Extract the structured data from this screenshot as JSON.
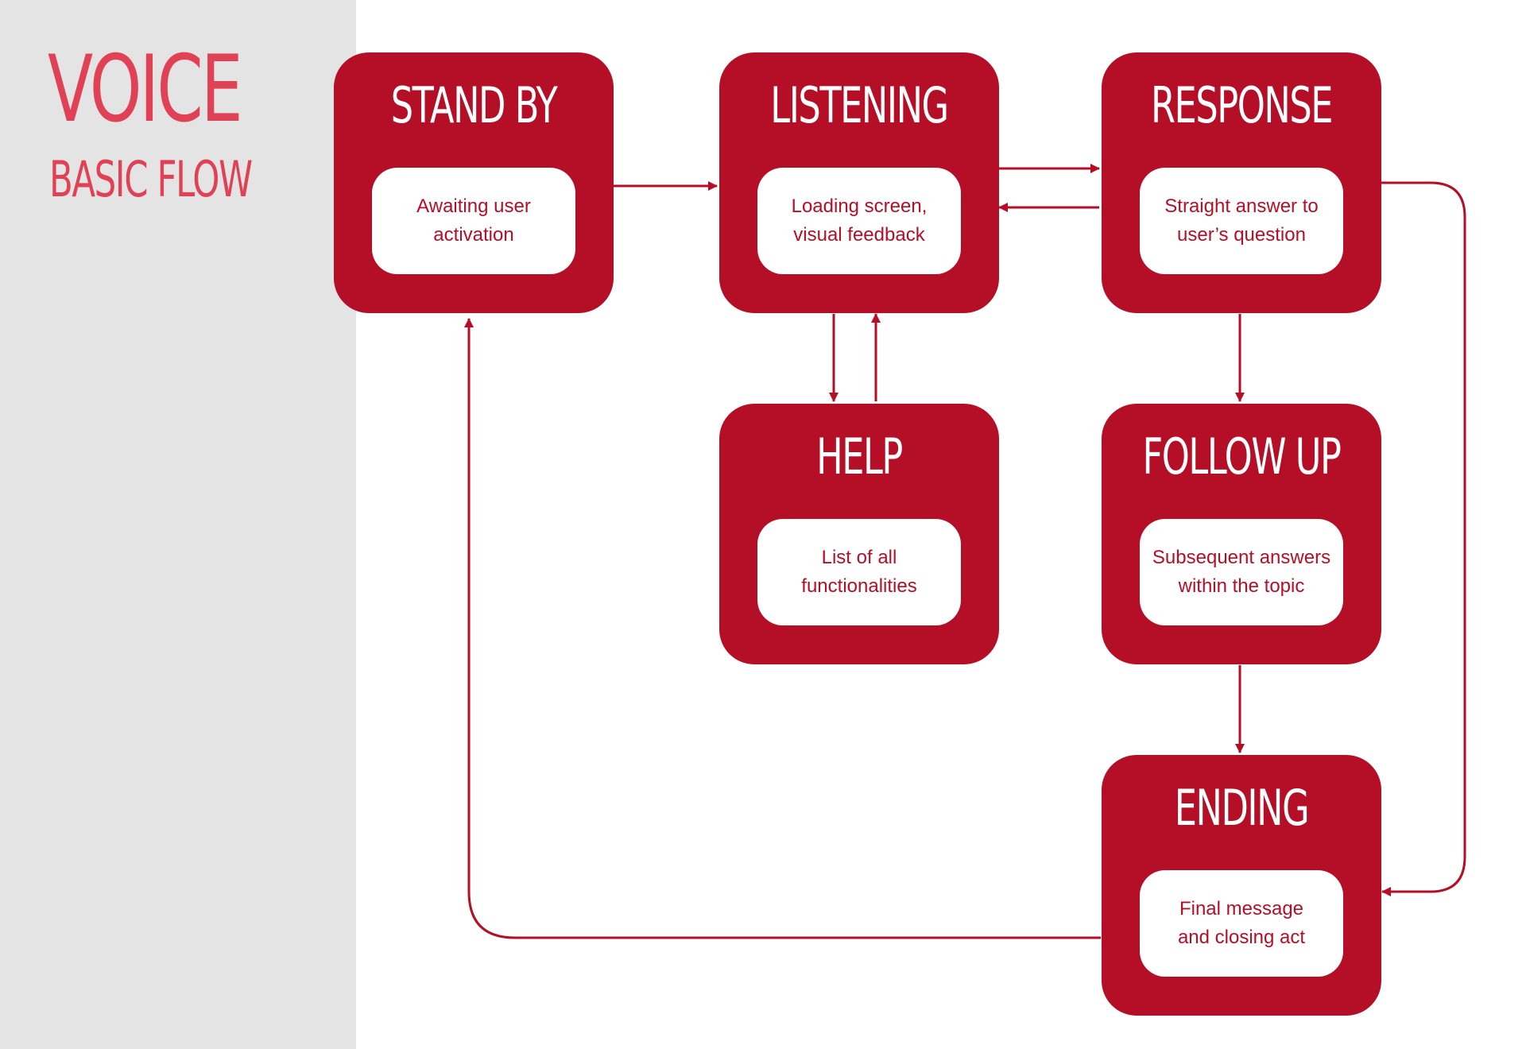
{
  "header": {
    "title": "VOICE",
    "subtitle": "BASIC FLOW"
  },
  "colors": {
    "box": "#b50f27",
    "title": "#e04155",
    "panel": "#e4e4e4"
  },
  "nodes": {
    "standby": {
      "title": "STAND BY",
      "desc_line1": "Awaiting user",
      "desc_line2": "activation"
    },
    "listening": {
      "title": "LISTENING",
      "desc_line1": "Loading screen,",
      "desc_line2": "visual feedback"
    },
    "response": {
      "title": "RESPONSE",
      "desc_line1": "Straight answer to",
      "desc_line2": "user’s question"
    },
    "help": {
      "title": "HELP",
      "desc_line1": "List of all",
      "desc_line2": "functionalities"
    },
    "followup": {
      "title": "FOLLOW UP",
      "desc_line1": "Subsequent answers",
      "desc_line2": "within the topic"
    },
    "ending": {
      "title": "ENDING",
      "desc_line1": "Final message",
      "desc_line2": "and closing act"
    }
  },
  "edges": [
    {
      "from": "standby",
      "to": "listening"
    },
    {
      "from": "listening",
      "to": "response"
    },
    {
      "from": "response",
      "to": "listening"
    },
    {
      "from": "listening",
      "to": "help"
    },
    {
      "from": "help",
      "to": "listening"
    },
    {
      "from": "response",
      "to": "followup"
    },
    {
      "from": "followup",
      "to": "ending"
    },
    {
      "from": "response",
      "to": "ending"
    },
    {
      "from": "ending",
      "to": "standby"
    }
  ]
}
